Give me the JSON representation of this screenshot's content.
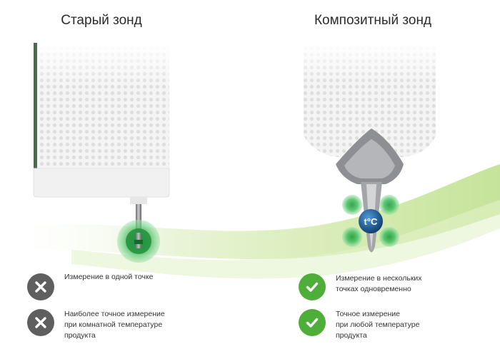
{
  "left": {
    "title": "Старый зонд",
    "features": [
      {
        "status": "no",
        "text": "Измерение в одной точке"
      },
      {
        "status": "no",
        "text": "Наиболее точное измерение\nпри комнатной температуре\nпродукта"
      }
    ]
  },
  "right": {
    "title": "Композитный зонд",
    "sensor_label": "t°C",
    "features": [
      {
        "status": "yes",
        "text": "Измерение в нескольких\nточках одновременно"
      },
      {
        "status": "yes",
        "text": "Точное измерение\nпри любой температуре\nпродукта"
      }
    ]
  },
  "colors": {
    "accent_green": "#4fae3a",
    "cross_grey": "#5f5f5f",
    "sensor_blue": "#1f5f9a"
  },
  "icons": [
    "cross-icon",
    "check-icon",
    "old-probe-device",
    "composite-probe-device",
    "wave-background"
  ]
}
